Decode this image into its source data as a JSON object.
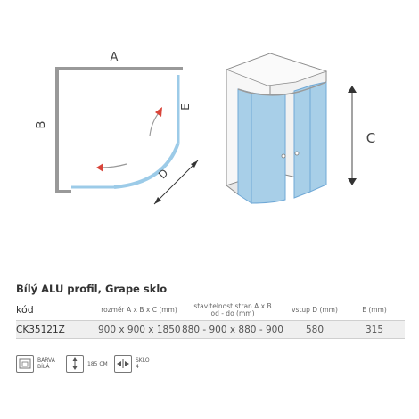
{
  "labels": {
    "plan_a": "A",
    "plan_b": "B",
    "plan_d": "D",
    "plan_e": "E",
    "height_c": "C"
  },
  "product": {
    "title": "Bílý ALU profil, Grape sklo"
  },
  "table": {
    "headers": {
      "code": "kód",
      "dims": "rozměr A x B x C (mm)",
      "adjust_line1": "stavitelnost stran A x B",
      "adjust_line2": "od - do (mm)",
      "entry": "vstup D (mm)",
      "e": "E (mm)"
    },
    "row": {
      "code": "CK35121Z",
      "dims": "900 x 900 x 1850",
      "adjust": "880 - 900 x 880 - 900",
      "entry": "580",
      "e": "315"
    }
  },
  "features": {
    "color_line1": "BARVA",
    "color_line2": "BÍLÁ",
    "height": "185 CM",
    "glass_line1": "SKLO",
    "glass_line2": "4"
  },
  "colors": {
    "glass": "#a8cfe8",
    "glass_edge": "#6fa8d6",
    "arrow": "#d9453a",
    "table_bg": "#efefef"
  }
}
